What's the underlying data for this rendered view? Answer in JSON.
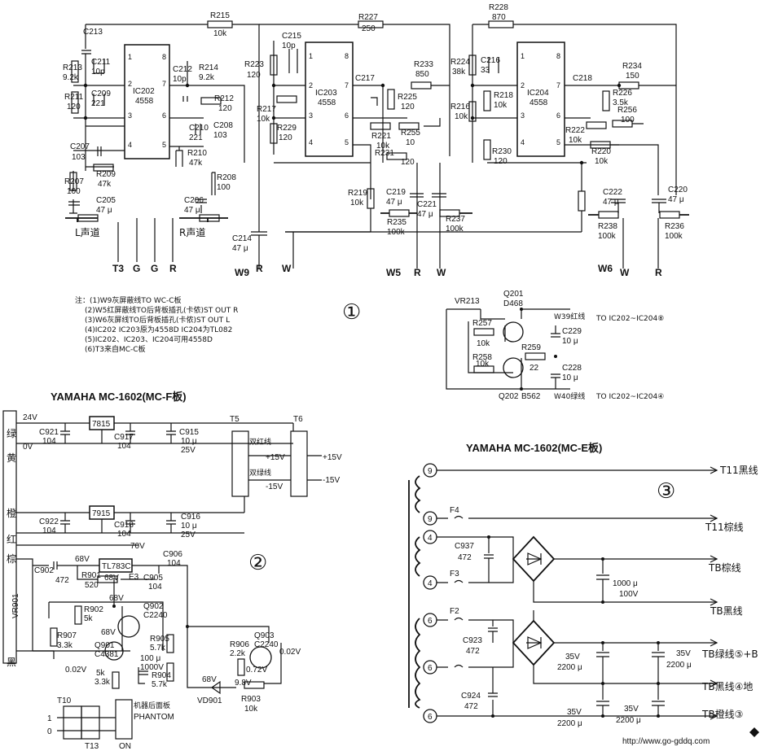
{
  "section1": {
    "marker": "①",
    "ics": [
      {
        "ref": "IC202",
        "part": "4558"
      },
      {
        "ref": "IC203",
        "part": "4558"
      },
      {
        "ref": "IC204",
        "part": "4558"
      }
    ],
    "ic202_pins": [
      "1",
      "2",
      "3",
      "4",
      "8",
      "7",
      "6",
      "5"
    ],
    "ic203_pins": [
      "1",
      "2",
      "3",
      "4",
      "8",
      "7",
      "6",
      "5"
    ],
    "ic204_pins": [
      "1",
      "2",
      "3",
      "4",
      "8",
      "7",
      "6",
      "5"
    ],
    "components": {
      "R215": "R215",
      "R215v": "10k",
      "C213": "C213",
      "R213": "R213",
      "R213v": "9.2k",
      "C211": "C211",
      "C211v": "10p",
      "R211": "R211",
      "R211v": "120",
      "C209": "C209",
      "C209v": "221",
      "C212": "C212",
      "C212v": "10p",
      "R214": "R214",
      "R214v": "9.2k",
      "R212": "R212",
      "R212v": "120",
      "C208": "C208",
      "C208v": "103",
      "C210": "C210",
      "C210v": "221",
      "C207": "C207",
      "C207v": "103",
      "R209": "R209",
      "R209v": "47k",
      "R207": "R207",
      "R207v": "100",
      "C205": "C205",
      "C205v": "47 μ",
      "R210": "R210",
      "R210v": "47k",
      "R208": "R208",
      "R208v": "100",
      "C206": "C206",
      "C206v": "47 μ",
      "R227": "R227",
      "R227v": "250",
      "C215": "C215",
      "C215v": "10p",
      "R223": "R223",
      "R223v": "120",
      "R217": "R217",
      "R217v": "10k",
      "R229": "R229",
      "R229v": "120",
      "C217": "C217",
      "R233": "R233",
      "R233v": "850",
      "R225": "R225",
      "R225v": "120",
      "R221": "R221",
      "R221v": "10k",
      "R255": "R255",
      "R255v": "10",
      "R231": "R231",
      "R231v": "120",
      "R219": "R219",
      "R219v": "10k",
      "C219": "C219",
      "C219v": "47 μ",
      "C221": "C221",
      "C221v": "47 μ",
      "R235": "R235",
      "R235v": "100k",
      "R237": "R237",
      "R237v": "100k",
      "C214": "C214",
      "C214v": "47 μ",
      "R228": "R228",
      "R228v": "870",
      "R224": "R224",
      "R224v": "38k",
      "C216": "C216",
      "C216v": "33",
      "R218": "R218",
      "R218v": "10k",
      "R216": "R216",
      "R216v": "10k",
      "R230": "R230",
      "R230v": "120",
      "C218": "C218",
      "R234": "R234",
      "R234v": "150",
      "R226": "R226",
      "R226v": "3.5k",
      "R256": "R256",
      "R256v": "100",
      "R222": "R222",
      "R222v": "10k",
      "R220": "R220",
      "R220v": "10k",
      "C222": "C222",
      "C222v": "47 μ",
      "C220": "C220",
      "C220v": "47 μ",
      "R238": "R238",
      "R238v": "100k",
      "R236": "R236",
      "R236v": "100k"
    },
    "channel_left": "L声道",
    "channel_right": "R声道",
    "terminals": [
      "T3",
      "G",
      "G",
      "R",
      "W9",
      "R",
      "W",
      "W5",
      "R",
      "W",
      "W6",
      "W",
      "R"
    ],
    "notes": [
      "注：(1)W9灰屏蔽线TO WC-C板",
      "(2)W5红屏蔽线TO后背板插孔(卡侬)ST OUT R",
      "(3)W6灰屏线TO后背板插孔(卡侬)ST OUT L",
      "(4)IC202  IC203原为4558D  IC204为TL082",
      "(5)IC202、IC203、IC204可用4558D",
      "(6)T3来自MC-C板"
    ],
    "ps": {
      "VR213": "VR213",
      "Q201": "Q201",
      "Q201p": "D468",
      "Q202": "Q202",
      "Q202p": "B562",
      "R257": "R257",
      "R257v": "10k",
      "R258": "R258",
      "R258v": "10k",
      "R259": "R259",
      "R259v": "22",
      "C229": "C229",
      "C229v": "10 μ",
      "C228": "C228",
      "C228v": "10 μ",
      "W39": "W39红线",
      "W40": "W40绿线",
      "to8": "TO IC202~IC204⑧",
      "to4": "TO IC202~IC204④"
    }
  },
  "section2": {
    "marker": "②",
    "title": "YAMAHA  MC-1602(MC-F板)",
    "regs": [
      "7815",
      "7915",
      "TL783C"
    ],
    "labels": {
      "v24": "24V",
      "v0": "0V",
      "v70": "70V",
      "v68a": "68V",
      "v68b": "68V",
      "v68c": "68V",
      "v68d": "68V",
      "c921": "C921",
      "c921v": "104",
      "c917": "C917",
      "c917v": "104",
      "c915": "C915",
      "c915v": "10 μ",
      "c915v2": "25V",
      "c922": "C922",
      "c922v": "104",
      "c918": "C918",
      "c918v": "104",
      "c916": "C916",
      "c916v": "10 μ",
      "c916v2": "25V",
      "T5": "T5",
      "T6": "T6",
      "twin_red": "双红线",
      "twin_green": "双绿线",
      "p15": "+15V",
      "m15": "-15V",
      "p15b": "+15V",
      "m15b": "-15V",
      "c902": "C902",
      "c902v": "472",
      "c906": "C906",
      "c906v": "104",
      "c905": "C905",
      "c905v": "104",
      "r901": "R901",
      "r901v": "520",
      "r902": "R902",
      "r902v": "5k",
      "q902": "Q902",
      "q902p": "C2240",
      "r905": "R905",
      "r905v": "5.7k",
      "r904": "R904",
      "r904v": "5.7k",
      "r906": "R906",
      "r906v": "2.2k",
      "q903": "Q903",
      "q903p": "C2240",
      "v002": "0.02V",
      "v002b": "0.02V",
      "v072": "0.72V",
      "v98": "9.8V",
      "r903": "R903",
      "r903v": "10k",
      "vd901": "VD901",
      "vr901": "VR901",
      "r907": "R907",
      "r907v": "3.3k",
      "q901": "Q901",
      "q901p": "C4381",
      "c9": "100 μ",
      "c9v": "1000V",
      "r908": "5k",
      "r908b": "3.3k",
      "T10": "T10",
      "T13": "T13",
      "ON": "ON",
      "panel": "机器后面板",
      "phantom": "PHANTOM",
      "side": [
        "绿",
        "黄",
        "橙",
        "红",
        "棕",
        "黑"
      ],
      "e3": "E3",
      "one": "1",
      "zero": "0"
    }
  },
  "section3": {
    "marker": "③",
    "title": "YAMAHA  MC-1602(MC-E板)",
    "pins": [
      "9",
      "9",
      "4",
      "4",
      "6",
      "6",
      "6"
    ],
    "outputs": [
      "T11黑线",
      "T11棕线",
      "TB棕线",
      "TB黑线",
      "TB绿线⑤+B",
      "TB黑线④地",
      "TB橙线③"
    ],
    "parts": {
      "F4": "F4",
      "F3": "F3",
      "F2": "F2",
      "C937": "C937",
      "C937v": "472",
      "C923": "C923",
      "C923v": "472",
      "C924": "C924",
      "C924v": "472",
      "cap1": "1000 μ",
      "cap1v": "100V",
      "v35a": "35V",
      "v35b": "35V",
      "v35c": "35V",
      "v35d": "35V",
      "c2200a": "2200 μ",
      "c2200b": "2200 μ",
      "c2200c": "2200 μ",
      "c2200d": "2200 μ"
    }
  },
  "footer": "http://www.go-gddq.com"
}
